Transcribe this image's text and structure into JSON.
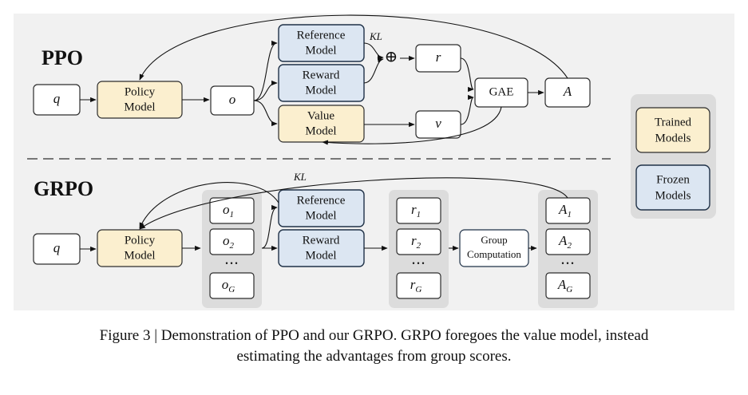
{
  "sections": {
    "ppo_title": "PPO",
    "grpo_title": "GRPO"
  },
  "ppo": {
    "q": "q",
    "policy_line1": "Policy",
    "policy_line2": "Model",
    "o": "o",
    "reference_line1": "Reference",
    "reference_line2": "Model",
    "reward_line1": "Reward",
    "reward_line2": "Model",
    "value_line1": "Value",
    "value_line2": "Model",
    "kl": "KL",
    "oplus": "⊕",
    "r": "r",
    "v": "v",
    "gae": "GAE",
    "a": "A"
  },
  "grpo": {
    "q": "q",
    "policy_line1": "Policy",
    "policy_line2": "Model",
    "kl": "KL",
    "outputs": [
      "o",
      "o",
      "o"
    ],
    "output_subs": [
      "1",
      "2",
      "G"
    ],
    "reference_line1": "Reference",
    "reference_line2": "Model",
    "reward_line1": "Reward",
    "reward_line2": "Model",
    "rewards": [
      "r",
      "r",
      "r"
    ],
    "reward_subs": [
      "1",
      "2",
      "G"
    ],
    "group_line1": "Group",
    "group_line2": "Computation",
    "advantages": [
      "A",
      "A",
      "A"
    ],
    "advantage_subs": [
      "1",
      "2",
      "G"
    ],
    "dots": "• • •"
  },
  "legend": {
    "trained_line1": "Trained",
    "trained_line2": "Models",
    "frozen_line1": "Frozen",
    "frozen_line2": "Models"
  },
  "colors": {
    "trained": "#fbefcf",
    "frozen": "#dce6f2"
  },
  "caption": {
    "line1": "Figure 3 | Demonstration of PPO and our GRPO. GRPO foregoes the value model, instead",
    "line2": "estimating the advantages from group scores."
  }
}
